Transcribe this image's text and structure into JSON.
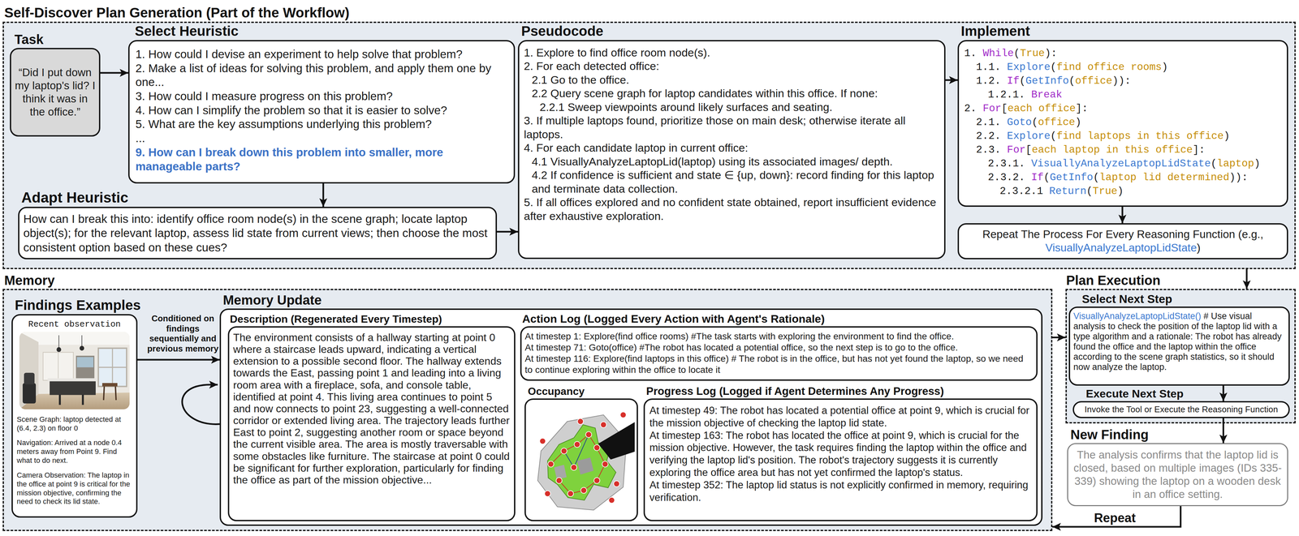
{
  "diagram": {
    "nodes": [
      {
        "text": [
          "Self-Discover Plan Generation (Part of the Workflow)"
        ]
      },
      {
        "text": [
          "Task",
          "“Did I put down my laptop's lid? I think it was in the office.”"
        ],
        "in": 0
      },
      {
        "text": [
          "Select Heuristic",
          "1. How could I devise an experiment to help solve that problem?",
          "2. Make a list of ideas for solving this problem, and apply them one by one...",
          "3. How could I measure progress on this problem?",
          "4. How can I simplify the problem so that it is easier to solve?",
          "5. What are the key assumptions underlying this problem?",
          "...",
          "9. How can I break down this problem into smaller, more manageable parts?"
        ],
        "in": 0
      },
      {
        "text": [
          "Adapt Heuristic",
          "How can I break this into: identify office room node(s) in the scene graph; locate laptop object(s); for the relevant laptop, assess lid state from current views; then choose the most consistent option based on these cues?"
        ],
        "in": 0
      },
      {
        "text": [
          "Pseudocode",
          "1. Explore to find office room node(s).",
          "2. For each detected office:",
          "2.1 Go to the office.",
          "2.2 Query scene graph for laptop candidates within this office. If none:",
          "2.2.1 Sweep viewpoints around likely surfaces and seating.",
          "3. If multiple laptops found, prioritize those on main desk; otherwise iterate all laptops.",
          "4. For each candidate laptop in current office:",
          "4.1 VisuallyAnalyzeLaptopLid(laptop) using its associated images/ depth.",
          "4.2 If confidence is sufficient and state ∈ {up, down}: record finding for this laptop and terminate data collection.",
          "5. If all offices explored and no confident state obtained, report insufficient evidence after exhaustive exploration."
        ],
        "in": 0
      },
      {
        "text": [
          "Implement",
          "1. While(True):",
          "1.1. Explore(find office rooms)",
          "1.2. If(GetInfo(office)):",
          "1.2.1. Break",
          "2. For[each office]:",
          "2.1. Goto(office)",
          "2.2. Explore(find laptops in this office)",
          "2.3. For[each laptop in this office]:",
          "2.3.1. VisuallyAnalyzeLaptopLidState(laptop)",
          "2.3.2. If(GetInfo(laptop lid determined)):",
          "2.3.2.1 Return(True)"
        ],
        "in": 0
      },
      {
        "text": [
          "Repeat The Process For Every Reasoning Function (e.g., VisuallyAnalyzeLaptopLidState)"
        ],
        "in": 0
      },
      {
        "text": [
          "Memory"
        ]
      },
      {
        "text": [
          "Findings Examples",
          "Recent observation",
          "Scene Graph: laptop detected at (6.4, 2.3) on floor 0",
          "Navigation: Arrived at a node 0.4 meters away from Point 9. Find what to do next.",
          "Camera Observation: The laptop in the office at point 9 is critical for the mission objective, confirming the need to check its lid state."
        ],
        "in": 7
      },
      {
        "text": [
          "Memory Update"
        ],
        "in": 7
      },
      {
        "text": [
          "Description (Regenerated Every Timestep)",
          "The environment consists of a hallway starting at point 0 where a staircase leads upward, indicating a vertical extension to a possible second floor. The hallway extends towards the East, passing point 1 and leading into a living room area with a fireplace, sofa, and console table, identified at point 4. This living area continues to point 5 and now connects to point 23, suggesting a well-connected corridor or extended living area. The trajectory leads further East to point 2, suggesting another room or space beyond the current visible area. The area is mostly traversable with some obstacles like furniture. The staircase at point 0 could be significant for further exploration, particularly for finding the office as part of the mission objective..."
        ],
        "in": 9
      },
      {
        "text": [
          "Action Log (Logged Every Action with Agent's Rationale)",
          "At timestep 1: Explore(find office rooms) #The task starts with exploring the environment to find the office.",
          "At timestep 71: Goto(office) #The robot has located a potential office, so the next step is to go to the office.",
          "At timestep 116: Explore(find laptops in this office) # The robot is in the office, but has not yet found the laptop, so we need to continue exploring within the office to locate it"
        ],
        "in": 9
      },
      {
        "text": [
          "Occupancy"
        ],
        "in": 9
      },
      {
        "text": [
          "Progress Log (Logged if Agent Determines Any Progress)",
          "At timestep 49: The robot has located a potential office at point 9, which is crucial for the mission objective of checking the laptop lid state.",
          "At timestep 163: The robot has located the office at point 9, which is crucial for the mission objective. However, the task requires finding the laptop within the office and verifying the laptop lid's position. The robot's trajectory suggests it is currently exploring the office area but has not yet confirmed the laptop's status.",
          "At timestep 352: The laptop lid status is not explicitly confirmed in memory, requiring verification."
        ],
        "in": 9
      },
      {
        "text": [
          "Plan Execution"
        ]
      },
      {
        "text": [
          "Select Next Step",
          "VisuallyAnalyzeLaptopLidState() # Use visual analysis to check the position of the laptop lid with a type algorithm and a rationale: The robot has already found the office and the laptop within the office according to the scene graph statistics, so it should now analyze the laptop."
        ],
        "in": 14
      },
      {
        "text": [
          "Execute Next Step",
          "Invoke the Tool or Execute the Reasoning Function"
        ],
        "in": 14
      },
      {
        "text": [
          "New Finding",
          "The analysis confirms that the laptop lid is closed, based on multiple images (IDs 335-339) showing the laptop on a wooden desk in an office setting."
        ]
      }
    ],
    "edges": [
      {
        "from": 1,
        "to": 2,
        "arrow": "to"
      },
      {
        "from": 2,
        "to": 3,
        "arrow": "to"
      },
      {
        "from": 3,
        "to": 4,
        "arrow": "to"
      },
      {
        "from": 4,
        "to": 5,
        "arrow": "to"
      },
      {
        "from": 5,
        "to": 6,
        "arrow": "to"
      },
      {
        "from": 0,
        "to": 14,
        "arrow": "to"
      },
      {
        "from": 8,
        "to": 9,
        "label": "Conditioned on findings sequentially and previous memory",
        "arrow": "to"
      },
      {
        "from": 7,
        "to": 14,
        "arrow": "to"
      },
      {
        "from": 15,
        "to": 16,
        "arrow": "to"
      },
      {
        "from": 16,
        "to": 17,
        "arrow": "to"
      },
      {
        "from": 17,
        "to": 7,
        "label": "Repeat",
        "arrow": "to"
      }
    ]
  }
}
